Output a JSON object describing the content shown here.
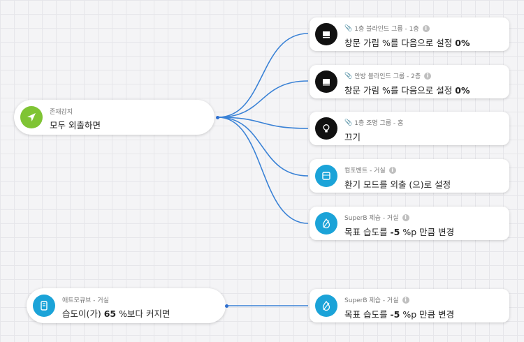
{
  "triggers": [
    {
      "sub": "존재감지",
      "main": "모두 외출하면",
      "icon": "location-arrow-icon",
      "color": "#7fc434"
    },
    {
      "sub": "애트모큐브 - 거실",
      "main_pre": "습도이(가) ",
      "main_bold": "65",
      "main_post": " %보다 커지면",
      "icon": "device-icon",
      "color": "#1ba3d8"
    }
  ],
  "actions": [
    {
      "sub": "1층 블라인드 그룹 - 1층",
      "main_pre": "창문 가림 %를 다음으로 설정 ",
      "main_bold": "0%",
      "icon": "blind-icon",
      "color": "#111111"
    },
    {
      "sub": "안방 블라인드 그룹 - 2층",
      "main_pre": "창문 가림 %를 다음으로 설정 ",
      "main_bold": "0%",
      "icon": "blind-icon",
      "color": "#111111"
    },
    {
      "sub": "1층 조명 그룹 - 홈",
      "main_pre": "끄기",
      "main_bold": "",
      "icon": "bulb-icon",
      "color": "#111111"
    },
    {
      "sub": "컴포벤트 - 거실",
      "main_pre": "환기 모드를 외출 (으)로 설정",
      "main_bold": "",
      "icon": "device-icon",
      "color": "#1ba3d8"
    },
    {
      "sub": "SuperB 제습 - 거실",
      "main_pre": "목표 습도를 ",
      "main_bold": "-5",
      "main_post": " %p 만큼 변경",
      "icon": "drop-icon",
      "color": "#1ba3d8"
    },
    {
      "sub": "SuperB 제습 - 거실",
      "main_pre": "목표 습도를 ",
      "main_bold": "-5",
      "main_post": " %p 만큼 변경",
      "icon": "drop-icon",
      "color": "#1ba3d8"
    }
  ],
  "wire_color": "#3a82d6"
}
